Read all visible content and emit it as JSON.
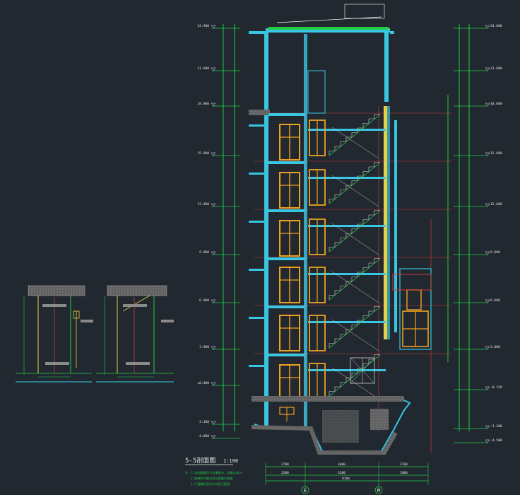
{
  "drawing": {
    "title": "5-5剖面图",
    "scale": "1:100",
    "axis_left": "E",
    "axis_right": "M",
    "notes": [
      "注：1.本剖面图尺寸以毫米计，标高以米计",
      "2.楼梯栏杆做法详见建施大样图",
      "3.门窗编号及尺寸详见门窗表"
    ],
    "dims_top": [
      "2700",
      "3600",
      "2700"
    ],
    "dims_mid": [
      "3200",
      "3200",
      "2800"
    ],
    "dim_total": "9700"
  },
  "colors": {
    "background": "#212830",
    "dimension": "#22cc44",
    "wall": "#39c6e3",
    "window": "#f0a020",
    "grid": "#cc3b3b",
    "hatch": "#8a8a8a",
    "label": "#e8e8e8",
    "callout": "#ffffff"
  },
  "elevations_left": [
    "24.900",
    "21.900",
    "18.900",
    "15.900",
    "12.900",
    "9.900",
    "6.900",
    "3.900",
    "±0.000",
    "-3.300",
    "-4.800"
  ],
  "elevations_right": [
    "24.600",
    "21.600",
    "18.600",
    "15.600",
    "12.600",
    "9.600",
    "6.600",
    "3.600",
    "-0.150",
    "-3.300",
    "-4.500"
  ]
}
